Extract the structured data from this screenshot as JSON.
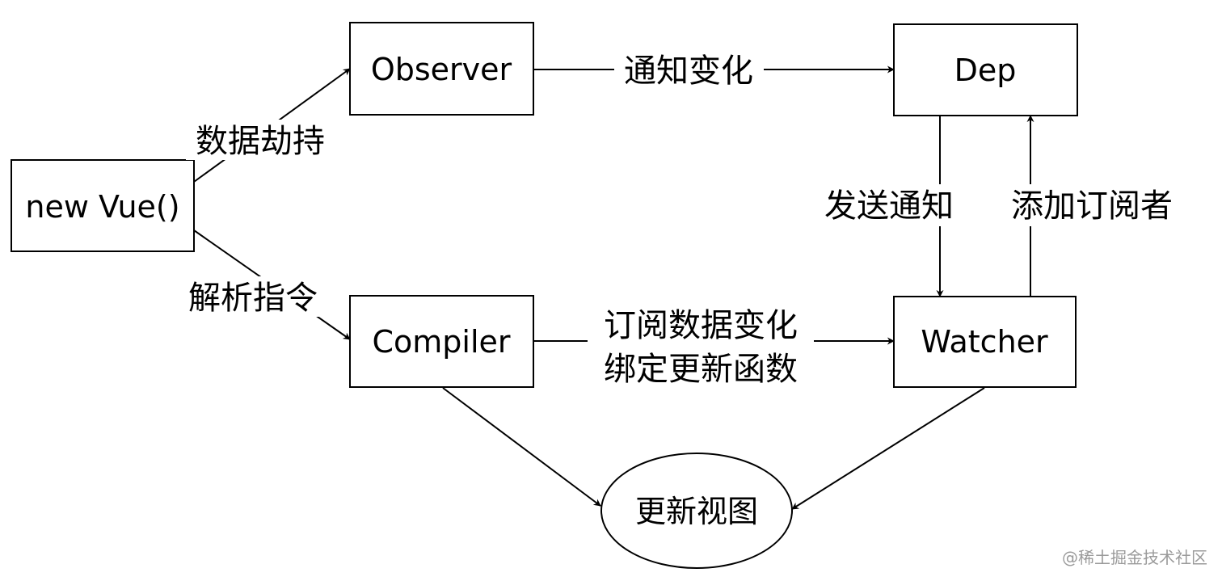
{
  "nodes": {
    "new_vue": "new Vue()",
    "observer": "Observer",
    "dep": "Dep",
    "compiler": "Compiler",
    "watcher": "Watcher",
    "update_view": "更新视图"
  },
  "edges": {
    "data_hijack": "数据劫持",
    "parse_directive": "解析指令",
    "notify_change": "通知变化",
    "send_notify": "发送通知",
    "add_subscriber": "添加订阅者",
    "subscribe_change": "订阅数据变化",
    "bind_update": "绑定更新函数"
  },
  "watermark": "@稀土掘金技术社区"
}
